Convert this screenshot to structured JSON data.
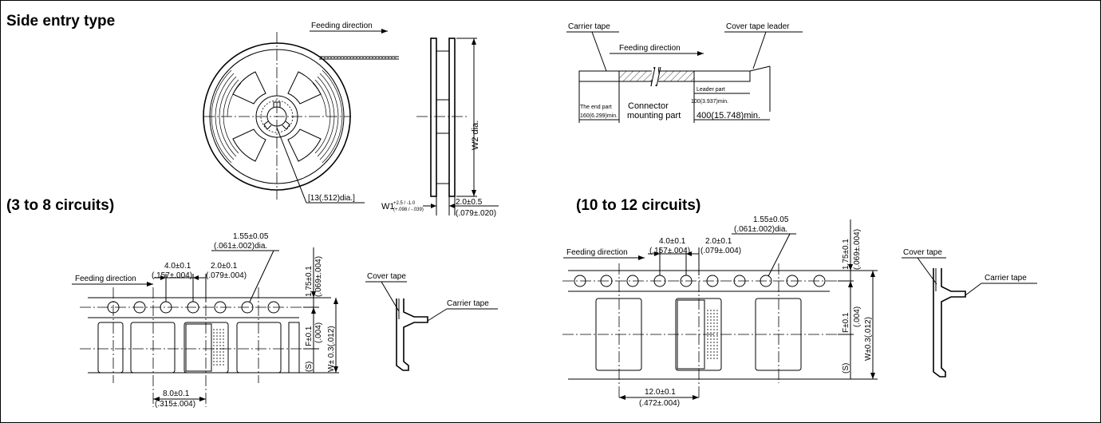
{
  "headings": {
    "main": "Side entry type",
    "left": "(3 to 8 circuits)",
    "right": "(10 to 12 circuits)"
  },
  "reel": {
    "feeding_direction": "Feeding direction",
    "hub_dia": "[13(.512)dia.]",
    "w2": "W2 dia.",
    "w1_main": "W1",
    "w1_tol_mm": "+2.5 / -1.0",
    "w1_tol_in": "(+.098 / -.039)",
    "flange_dim": "2.0±0.5",
    "flange_dim_in": "(.079±.020)"
  },
  "tape_overview": {
    "carrier_tape": "Carrier tape",
    "cover_tape_leader": "Cover tape leader",
    "feeding_direction": "Feeding direction",
    "end_part": "The end part",
    "end_part_dim": "160(6.299)min.",
    "connector_part_l1": "Connector",
    "connector_part_l2": "mounting part",
    "leader_part": "Leader part",
    "leader_part_dim": "100(3.937)min.",
    "leader_total": "400(15.748)min."
  },
  "left_tape": {
    "hole_dia": "1.55±0.05",
    "hole_dia_in": "(.061±.002)dia.",
    "pitch_p0": "4.0±0.1",
    "pitch_p0_in": "(.157±.004)",
    "p2": "2.0±0.1",
    "p2_in": "(.079±.004)",
    "feeding_direction": "Feeding direction",
    "edge": "1.75±0.1",
    "edge_in": "(.069±.004)",
    "f": "F±0.1",
    "f_in": "(.004)",
    "w": "W± 0.3(.012)",
    "s": "(S)",
    "pitch": "8.0±0.1",
    "pitch_in": "(.315±.004)",
    "cover_tape": "Cover tape",
    "carrier_tape": "Carrier tape"
  },
  "right_tape": {
    "hole_dia": "1.55±0.05",
    "hole_dia_in": "(.061±.002)dia.",
    "pitch_p0": "4.0±0.1",
    "pitch_p0_in": "(.157±.004)",
    "p2": "2.0±0.1",
    "p2_in": "(.079±.004)",
    "feeding_direction": "Feeding direction",
    "edge": "1.75±0.1",
    "edge_in": "(.069±.004)",
    "f": "F±0.1",
    "f_in": "(.004)",
    "w": "W±0.3(.012)",
    "s": "(S)",
    "pitch": "12.0±0.1",
    "pitch_in": "(.472±.004)",
    "cover_tape": "Cover tape",
    "carrier_tape": "Carrier tape"
  }
}
